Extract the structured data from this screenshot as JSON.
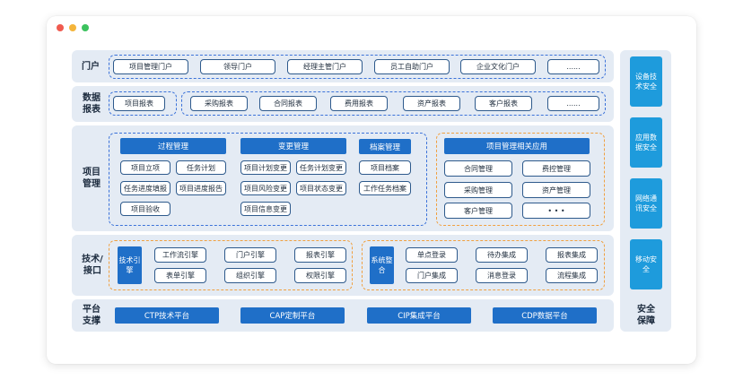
{
  "window_dots": {
    "colors": [
      "#f05a4f",
      "#f4b43a",
      "#3cc25e"
    ]
  },
  "portal": {
    "label": "门户",
    "items": [
      "项目管理门户",
      "领导门户",
      "经理主管门户",
      "员工自助门户",
      "企业文化门户",
      "......"
    ]
  },
  "reports": {
    "label": "数据报表",
    "primary": "项目报表",
    "items": [
      "采购报表",
      "合同报表",
      "费用报表",
      "资产报表",
      "客户报表",
      "......"
    ]
  },
  "project": {
    "label": "项目管理",
    "process": {
      "title": "过程管理",
      "items": [
        "项目立项",
        "任务计划",
        "任务进度填报",
        "项目进度报告",
        "项目验收"
      ]
    },
    "change": {
      "title": "变更管理",
      "items": [
        "项目计划变更",
        "任务计划变更",
        "项目风险变更",
        "项目状态变更",
        "项目信息变更"
      ]
    },
    "archive": {
      "title": "档案管理",
      "items": [
        "项目档案",
        "工作任务档案"
      ]
    },
    "related": {
      "title": "项目管理相关应用",
      "items": [
        "合同管理",
        "费控管理",
        "采购管理",
        "资产管理",
        "客户管理",
        "• • •"
      ]
    }
  },
  "tech": {
    "label": "技术/接口",
    "engine": {
      "title": "技术引擎",
      "items": [
        "工作流引擎",
        "门户引擎",
        "报表引擎",
        "表单引擎",
        "组织引擎",
        "权限引擎"
      ]
    },
    "integration": {
      "title": "系统整合",
      "items": [
        "单点登录",
        "待办集成",
        "报表集成",
        "门户集成",
        "消息登录",
        "流程集成"
      ]
    }
  },
  "platform": {
    "label": "平台支撑",
    "items": [
      "CTP技术平台",
      "CAP定制平台",
      "CIP集成平台",
      "CDP数据平台"
    ]
  },
  "security": {
    "label": "安全保障",
    "items": [
      "设备技术安全",
      "应用数据安全",
      "网络通讯安全",
      "移动安全"
    ]
  },
  "colors": {
    "primary_blue": "#1f6fc8",
    "side_blue": "#1e9bdc",
    "layer_bg": "#e4ebf4",
    "dash_blue": "#3b72d9",
    "dash_orange": "#f0a040"
  }
}
